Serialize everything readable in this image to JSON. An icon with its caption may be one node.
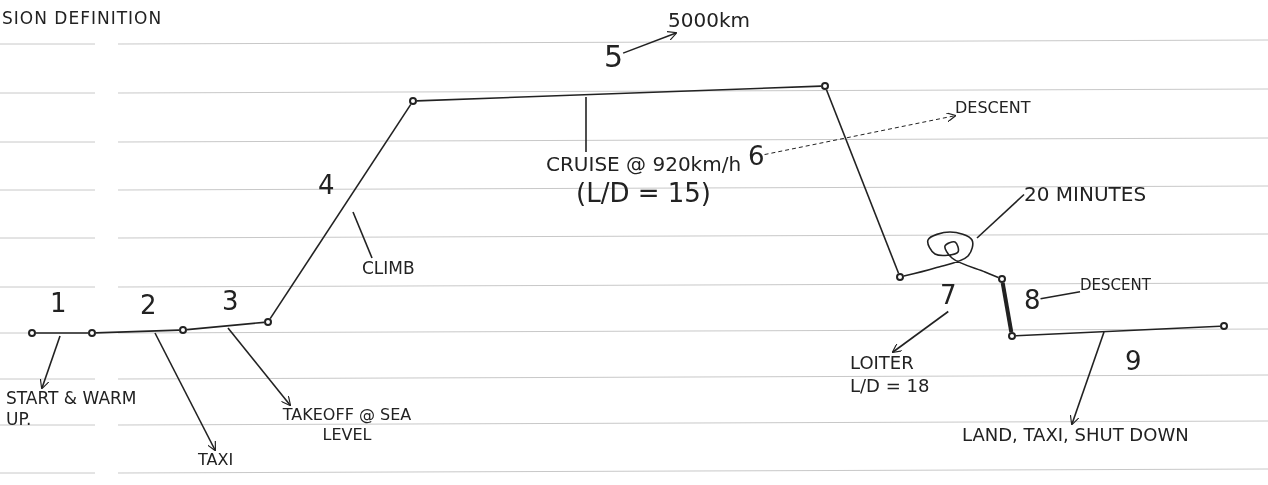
{
  "diagram": {
    "title": "SION DEFINITION",
    "nodes": [
      {
        "text": [],
        "shape": "circle"
      },
      {
        "text": [],
        "shape": "circle"
      },
      {
        "text": [],
        "shape": "circle"
      },
      {
        "text": [],
        "shape": "circle"
      },
      {
        "text": [],
        "shape": "circle"
      },
      {
        "text": [],
        "shape": "circle"
      },
      {
        "text": [],
        "shape": "circle"
      },
      {
        "text": [],
        "shape": "circle"
      },
      {
        "text": [],
        "shape": "circle"
      },
      {
        "text": [],
        "shape": "circle"
      },
      {
        "text": [
          "5"
        ]
      },
      {
        "text": [
          "5000km"
        ]
      },
      {
        "text": [
          "CRUISE @ 920km/h",
          "(L/D = 15)"
        ]
      },
      {
        "text": [
          "6"
        ]
      },
      {
        "text": [
          "DESCENT"
        ]
      },
      {
        "text": [
          "20 MINUTES"
        ]
      },
      {
        "text": [
          "7"
        ]
      },
      {
        "text": [
          "8"
        ]
      },
      {
        "text": [
          "DESCENT"
        ]
      },
      {
        "text": [
          "LOITER L/D = 18"
        ]
      },
      {
        "text": [
          "START & WARM UP."
        ]
      },
      {
        "text": [
          "TAXI"
        ]
      },
      {
        "text": [
          "TAKEOFF @ SEA LEVEL"
        ]
      },
      {
        "text": [
          "CLIMB"
        ]
      },
      {
        "text": [
          "LAND, TAXI, SHUT DOWN"
        ]
      }
    ],
    "edges": [
      {
        "from": 0,
        "to": 1,
        "arrow": "none"
      },
      {
        "from": 1,
        "to": 2,
        "arrow": "none"
      },
      {
        "from": 2,
        "to": 3,
        "arrow": "none"
      },
      {
        "from": 3,
        "to": 4,
        "arrow": "none"
      },
      {
        "from": 4,
        "to": 5,
        "arrow": "none"
      },
      {
        "from": 5,
        "to": 6,
        "arrow": "none"
      },
      {
        "from": 6,
        "to": 7,
        "arrow": "none"
      },
      {
        "from": 7,
        "to": 8,
        "arrow": "none",
        "style": "thick"
      },
      {
        "from": 8,
        "to": 9,
        "arrow": "none"
      },
      {
        "from": 10,
        "to": 11,
        "arrow": "to"
      },
      {
        "from": 12,
        "to": null,
        "arrow": "none"
      },
      {
        "from": 13,
        "to": 14,
        "arrow": "to",
        "style": "dashed"
      },
      {
        "from": 15,
        "to": null,
        "arrow": "none"
      },
      {
        "from": 16,
        "to": 19,
        "arrow": "to"
      },
      {
        "from": 18,
        "to": 17,
        "arrow": "none"
      },
      {
        "from": null,
        "to": 20,
        "arrow": "to"
      },
      {
        "from": null,
        "to": 21,
        "arrow": "to"
      },
      {
        "from": null,
        "to": 22,
        "arrow": "to"
      },
      {
        "from": 23,
        "to": null,
        "arrow": "none"
      },
      {
        "from": null,
        "to": 24,
        "arrow": "to"
      }
    ],
    "labels": [
      "1",
      "2",
      "3",
      "4",
      "9"
    ]
  }
}
